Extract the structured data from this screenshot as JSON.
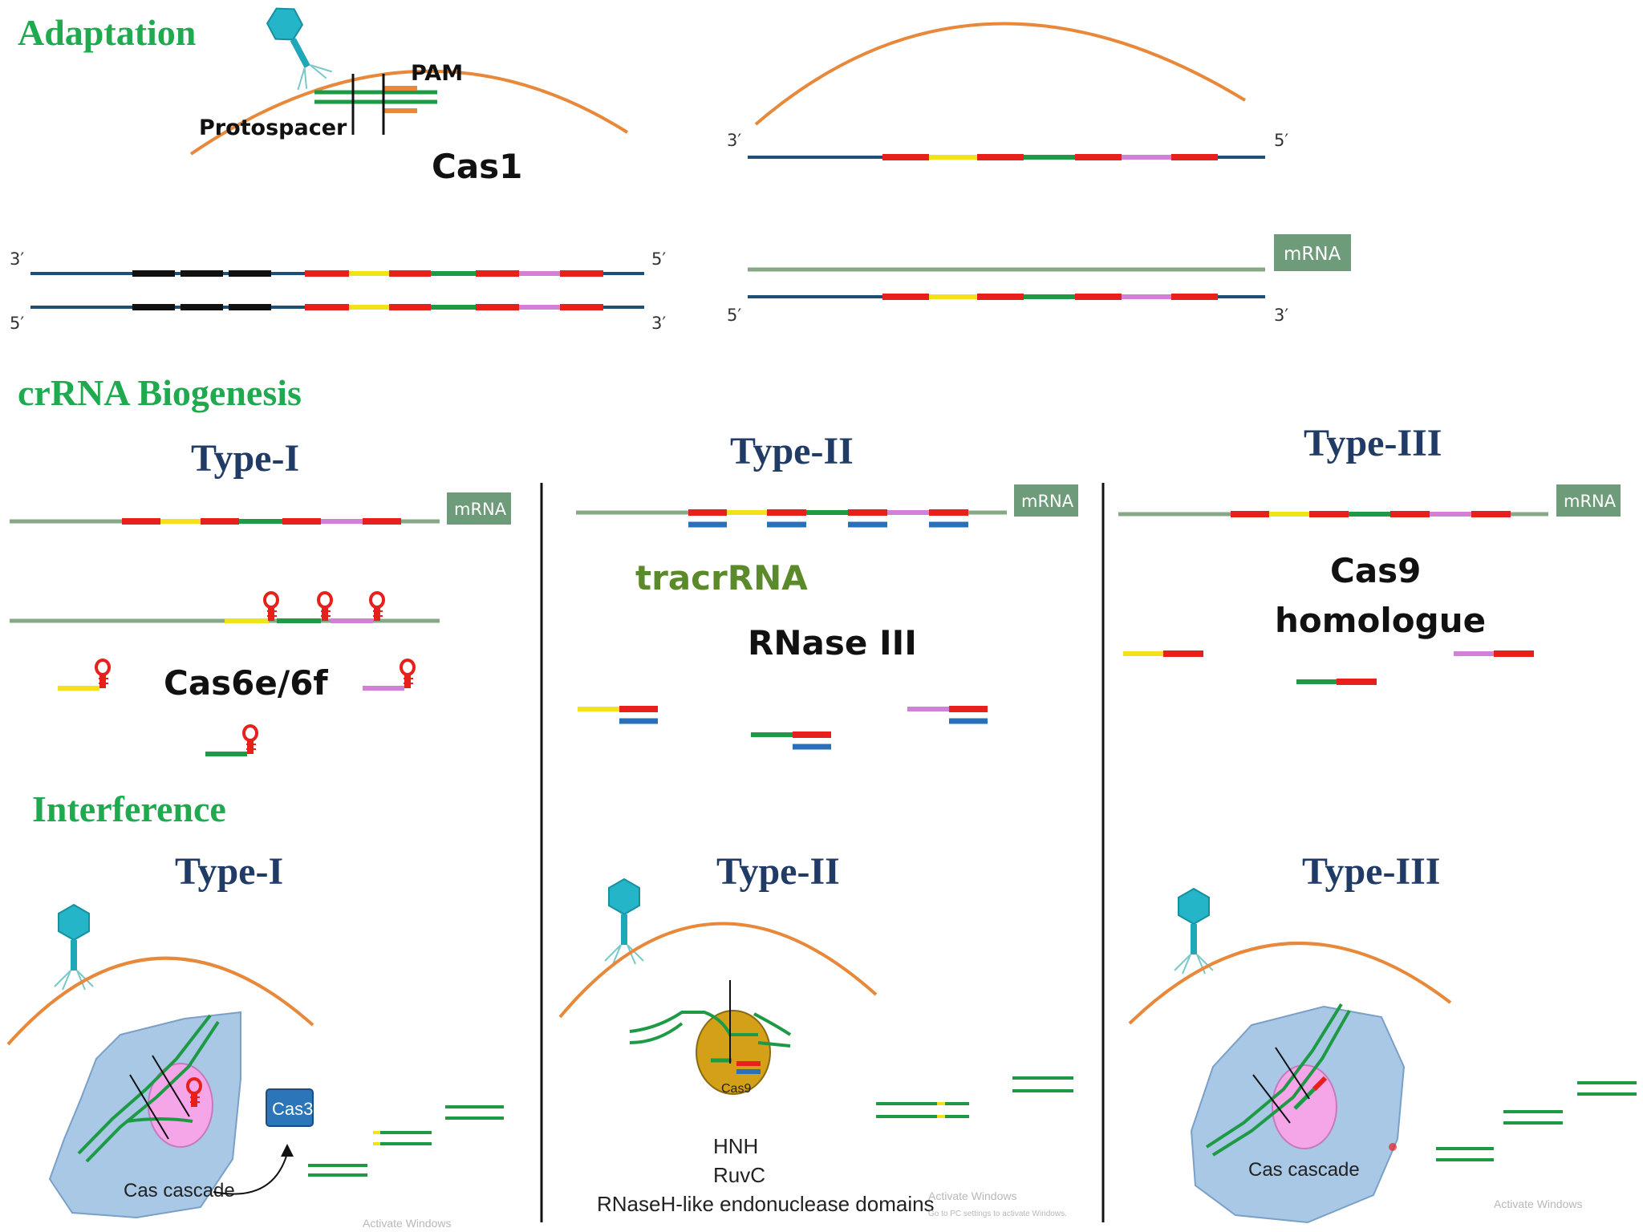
{
  "sections": {
    "adaptation": "Adaptation",
    "biogenesis": "crRNA Biogenesis",
    "interference": "Interference"
  },
  "adaptation": {
    "pam": "PAM",
    "protospacer": "Protospacer",
    "cas1": "Cas1",
    "prime3": "3′",
    "prime5": "5′",
    "mrna": "mRNA"
  },
  "biogenesis": {
    "type1": "Type-I",
    "type2": "Type-II",
    "type3": "Type-III",
    "mrna": "mRNA",
    "cas6": "Cas6e/6f",
    "tracr": "tracrRNA",
    "rnase": "RNase III",
    "cas9_line1": "Cas9",
    "cas9_line2": "homologue"
  },
  "interference": {
    "type1": "Type-I",
    "type2": "Type-II",
    "type3": "Type-III",
    "cas_cascade": "Cas cascade",
    "cas3": "Cas3",
    "cas9": "Cas9",
    "hnh": "HNH",
    "ruvc": "RuvC",
    "rnaseh": "RNaseH-like endonuclease domains",
    "cas_cascade3": "Cas cascade"
  },
  "watermarks": {
    "activate": "Activate Windows",
    "goto": "Go to PC settings to activate Windows."
  },
  "colors": {
    "section_green": "#1faa4f",
    "type_navy": "#1f3b66",
    "membrane": "#e8883a",
    "dna_blue": "#1f4e79",
    "rna_green": "#86a886",
    "repeat_red": "#e8201c",
    "spacer_yellow": "#f2e21a",
    "spacer_green": "#1e9a45",
    "spacer_pink": "#d27fd6",
    "phage": "#24b6c8",
    "cascade_blue": "#a8c8e6",
    "cas9_gold": "#d4a017"
  }
}
